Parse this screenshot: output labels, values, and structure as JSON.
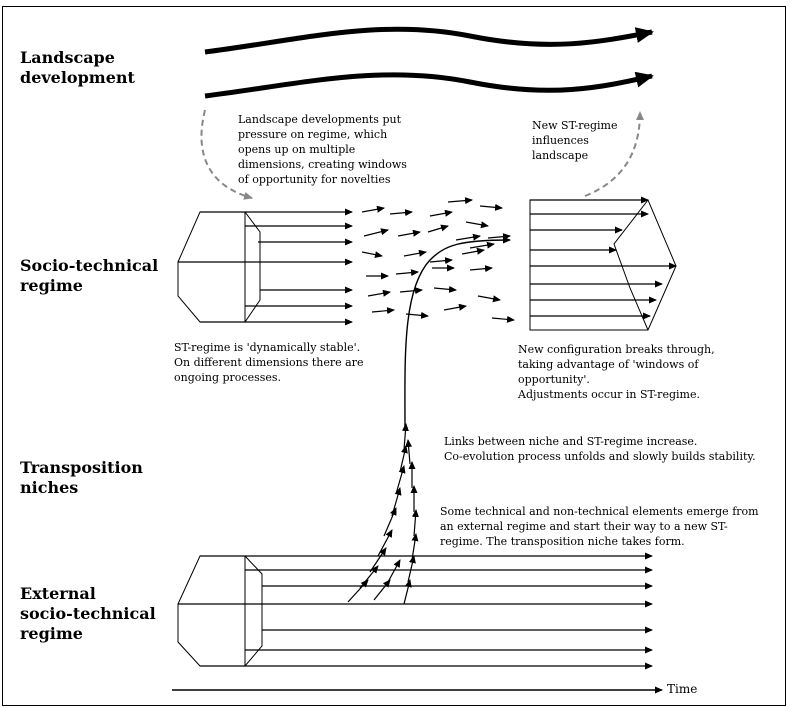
{
  "levels": {
    "landscape": "Landscape\ndevelopment",
    "regime": "Socio-technical\nregime",
    "niches": "Transposition\nniches",
    "external": "External\nsocio-technical\nregime"
  },
  "annotations": {
    "landscape_pressure": "Landscape developments put\npressure on regime, which\nopens up on multiple\ndimensions, creating windows\nof opportunity for novelties",
    "new_regime_influence": "New ST-regime\ninfluences\nlandscape",
    "dynamically_stable": "ST-regime is 'dynamically stable'.\nOn different dimensions there are\nongoing processes.",
    "breakthrough": "New configuration breaks through,\ntaking advantage of 'windows of\nopportunity'.\nAdjustments occur in ST-regime.",
    "links_increase": "Links between niche and ST-regime increase.\nCo-evolution process unfolds and slowly builds stability.",
    "elements_emerge": "Some technical and non-technical elements emerge from\nan external regime and start their way to a new ST-\nregime. The transposition niche takes form."
  },
  "time_axis_label": "Time"
}
